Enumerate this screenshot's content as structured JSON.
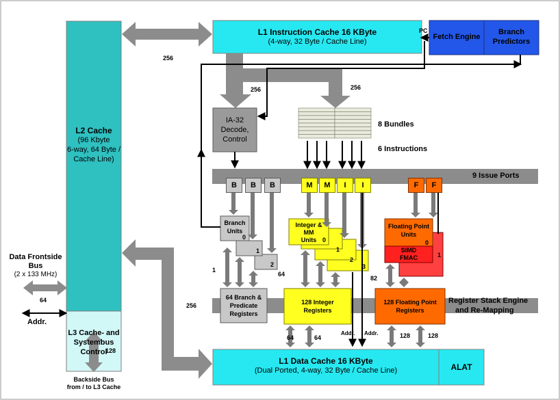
{
  "l2_cache": {
    "title": "L2 Cache",
    "line1": "(96 Kbyte",
    "line2": "6-way, 64 Byte /",
    "line3": "Cache Line)"
  },
  "l3_control": {
    "line1": "L3 Cache- and",
    "line2": "Systembus",
    "line3": "Control"
  },
  "l1_icache": {
    "title": "L1  Instruction Cache  16 KByte",
    "subtitle": "(4-way, 32 Byte / Cache Line)"
  },
  "fetch_engine": {
    "label": "Fetch Engine"
  },
  "branch_predictors": {
    "line1": "Branch",
    "line2": "Predictors"
  },
  "ia32_decode": {
    "line1": "IA-32",
    "line2": "Decode,",
    "line3": "Control"
  },
  "bundles": {
    "label": "8 Bundles"
  },
  "instructions": {
    "label": "6 Instructions"
  },
  "issue_ports": {
    "label": "9 Issue Ports",
    "ports": [
      "B",
      "B",
      "B",
      "M",
      "M",
      "I",
      "I",
      "F",
      "F"
    ]
  },
  "branch_units": {
    "line1": "Branch",
    "line2": "Units",
    "idx": [
      "0",
      "1",
      "2"
    ]
  },
  "int_mm_units": {
    "line1": "Integer &",
    "line2": "MM",
    "line3": "Units",
    "idx": [
      "0",
      "1",
      "2",
      "3"
    ]
  },
  "fp_units": {
    "line1": "Floating Point",
    "line2": "Units",
    "idx": [
      "0",
      "1"
    ],
    "simd1": "SIMD",
    "simd2": "FMAC"
  },
  "branch_regs": {
    "line1": "64 Branch &",
    "line2": "Predicate",
    "line3": "Registers"
  },
  "int_regs": {
    "line1": "128 Integer",
    "line2": "Registers"
  },
  "fp_regs": {
    "line1": "128 Floating Point",
    "line2": "Registers"
  },
  "rse": {
    "line1": "Register Stack Engine",
    "line2": "and Re-Mapping"
  },
  "l1_dcache": {
    "title": "L1  Data Cache  16 KByte",
    "subtitle": "(Dual Ported, 4-way, 32 Byte / Cache Line)"
  },
  "alat": {
    "label": "ALAT"
  },
  "frontside": {
    "line1": "Data Frontside",
    "line2": "Bus",
    "line3": "(2 x 133 MHz)"
  },
  "backside": {
    "line1": "Backside Bus",
    "line2": "from / to L3 Cache"
  },
  "buses": {
    "w256": "256",
    "w128": "128",
    "w64": "64",
    "w1": "1",
    "w82": "82",
    "addr": "Addr.",
    "addr_dot": "Addr.",
    "pc": "PC"
  }
}
